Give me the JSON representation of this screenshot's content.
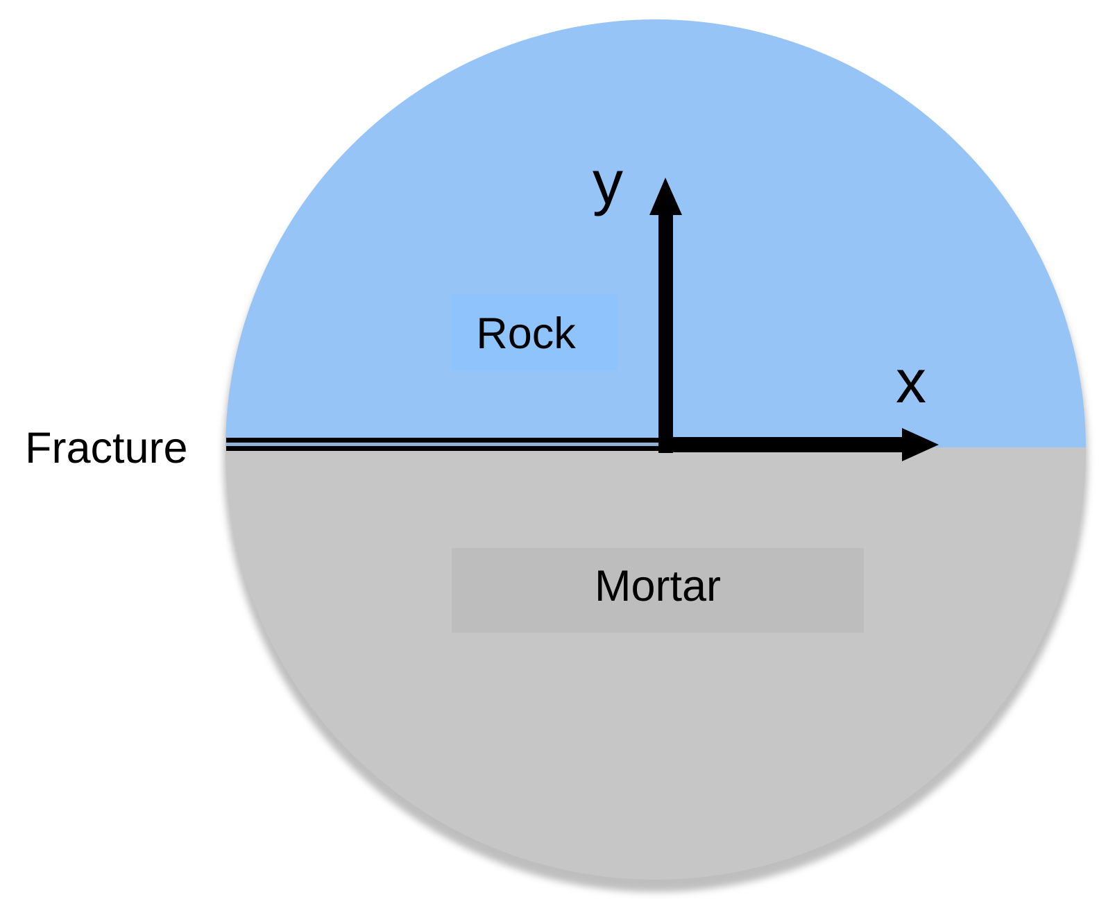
{
  "colors": {
    "rock": "#97c4f7",
    "rock_label_bg": "#8fc3fb",
    "mortar": "#c6c6c6",
    "mortar_label_bg": "#bdbdbd",
    "fracture_fill": "#8fb2d6",
    "axis": "#000000",
    "text": "#000000"
  },
  "labels": {
    "rock": "Rock",
    "mortar": "Mortar",
    "fracture": "Fracture",
    "x_axis": "x",
    "y_axis": "y"
  }
}
